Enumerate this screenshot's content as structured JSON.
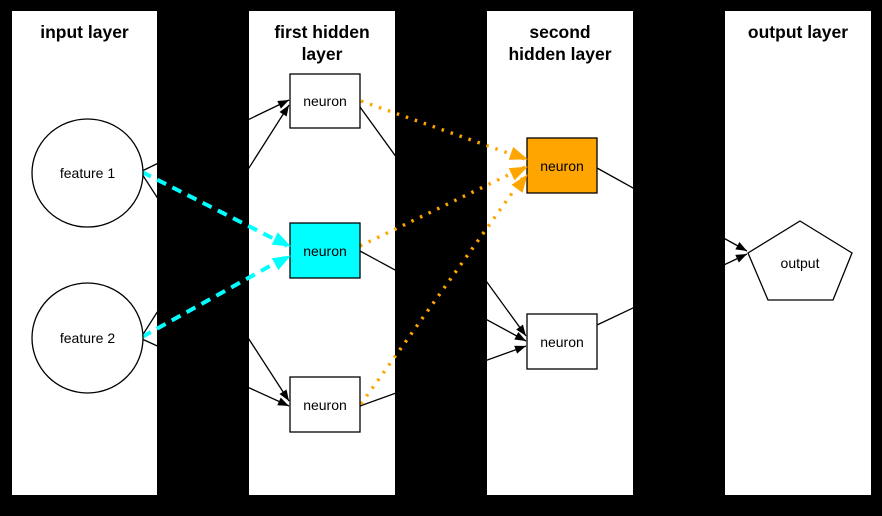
{
  "canvas": {
    "bg": "#000000",
    "panel_bg": "#ffffff"
  },
  "colors": {
    "cyan": "#00ffff",
    "orange": "#ffa500",
    "black": "#000000",
    "white": "#ffffff"
  },
  "layers": {
    "input": {
      "title": "input layer"
    },
    "hidden1": {
      "title_line1": "first hidden",
      "title_line2": "layer"
    },
    "hidden2": {
      "title_line1": "second",
      "title_line2": "hidden layer"
    },
    "output": {
      "title": "output layer"
    }
  },
  "nodes": {
    "feature1": {
      "label": "feature 1",
      "shape": "circle",
      "fill": "#ffffff"
    },
    "feature2": {
      "label": "feature 2",
      "shape": "circle",
      "fill": "#ffffff"
    },
    "h1_top": {
      "label": "neuron",
      "shape": "box",
      "fill": "#ffffff"
    },
    "h1_mid": {
      "label": "neuron",
      "shape": "box",
      "fill": "#00ffff"
    },
    "h1_bot": {
      "label": "neuron",
      "shape": "box",
      "fill": "#ffffff"
    },
    "h2_top": {
      "label": "neuron",
      "shape": "box",
      "fill": "#ffa500"
    },
    "h2_bot": {
      "label": "neuron",
      "shape": "box",
      "fill": "#ffffff"
    },
    "output": {
      "label": "output",
      "shape": "pentagon",
      "fill": "#ffffff"
    }
  },
  "edges": [
    {
      "from": "feature1",
      "to": "h1_top",
      "style": "solid",
      "color": "#000000"
    },
    {
      "from": "feature1",
      "to": "h1_mid",
      "style": "dashed",
      "color": "#00ffff"
    },
    {
      "from": "feature1",
      "to": "h1_bot",
      "style": "solid",
      "color": "#000000"
    },
    {
      "from": "feature2",
      "to": "h1_top",
      "style": "solid",
      "color": "#000000"
    },
    {
      "from": "feature2",
      "to": "h1_mid",
      "style": "dashed",
      "color": "#00ffff"
    },
    {
      "from": "feature2",
      "to": "h1_bot",
      "style": "solid",
      "color": "#000000"
    },
    {
      "from": "h1_top",
      "to": "h2_top",
      "style": "dotted",
      "color": "#ffa500"
    },
    {
      "from": "h1_top",
      "to": "h2_bot",
      "style": "solid",
      "color": "#000000"
    },
    {
      "from": "h1_mid",
      "to": "h2_top",
      "style": "dotted",
      "color": "#ffa500"
    },
    {
      "from": "h1_mid",
      "to": "h2_bot",
      "style": "solid",
      "color": "#000000"
    },
    {
      "from": "h1_bot",
      "to": "h2_top",
      "style": "dotted",
      "color": "#ffa500"
    },
    {
      "from": "h1_bot",
      "to": "h2_bot",
      "style": "solid",
      "color": "#000000"
    },
    {
      "from": "h2_top",
      "to": "output",
      "style": "solid",
      "color": "#000000"
    },
    {
      "from": "h2_bot",
      "to": "output",
      "style": "solid",
      "color": "#000000"
    }
  ]
}
